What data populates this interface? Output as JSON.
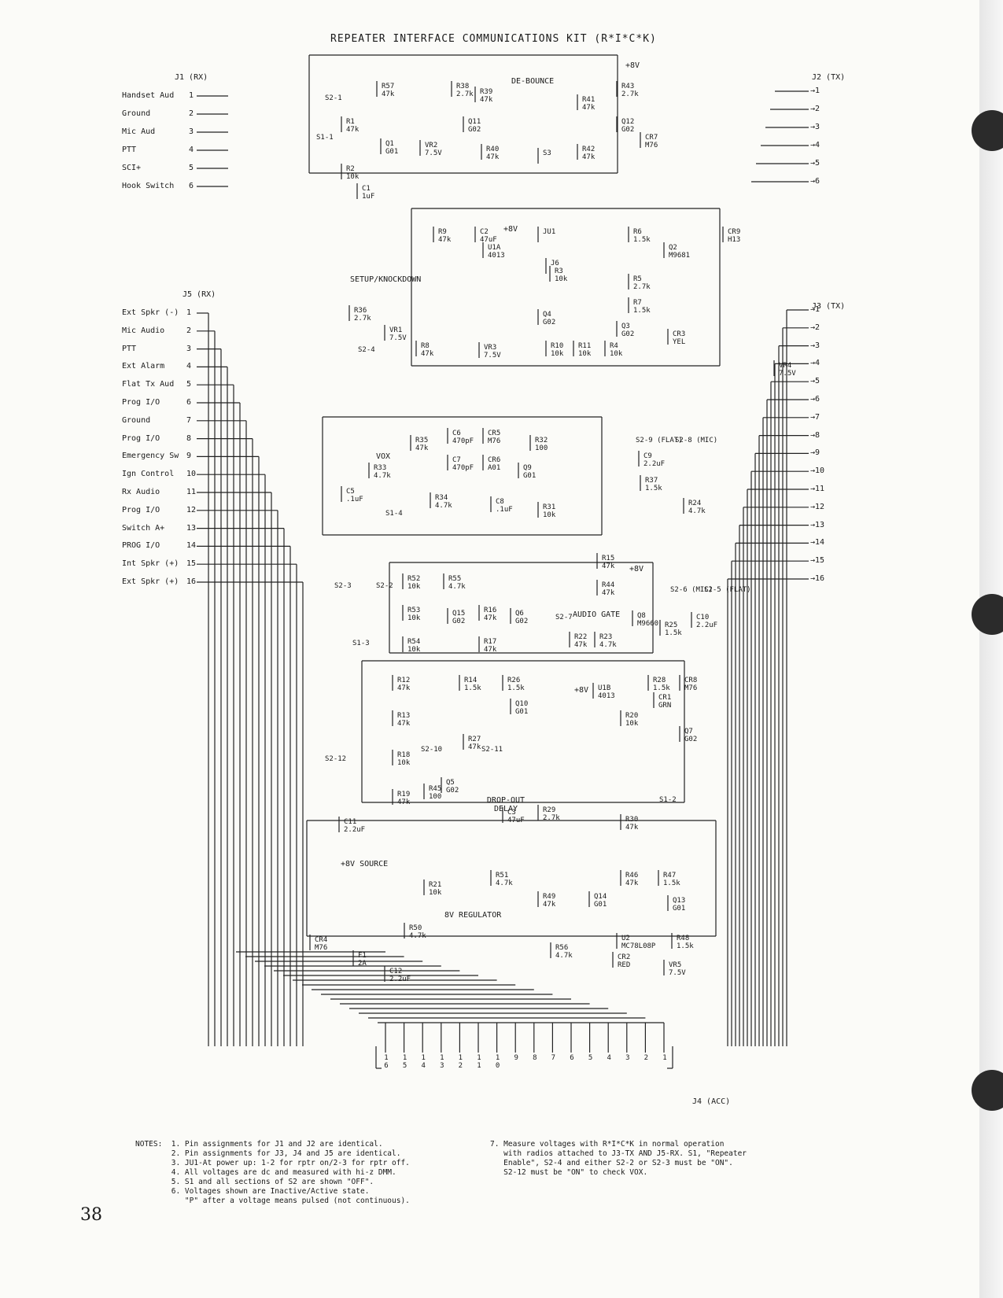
{
  "title": "REPEATER INTERFACE COMMUNICATIONS KIT   (R*I*C*K)",
  "page_number": "38",
  "j1": {
    "label": "J1 (RX)",
    "pins": [
      {
        "name": "Handset Aud",
        "num": "1"
      },
      {
        "name": "Ground",
        "num": "2"
      },
      {
        "name": "Mic Aud",
        "num": "3"
      },
      {
        "name": "PTT",
        "num": "4"
      },
      {
        "name": "SCI+",
        "num": "5"
      },
      {
        "name": "Hook Switch",
        "num": "6"
      }
    ]
  },
  "j5": {
    "label": "J5 (RX)",
    "pins": [
      {
        "name": "Ext Spkr (-)",
        "num": "1"
      },
      {
        "name": "Mic Audio",
        "num": "2"
      },
      {
        "name": "PTT",
        "num": "3"
      },
      {
        "name": "Ext Alarm",
        "num": "4"
      },
      {
        "name": "Flat Tx Aud",
        "num": "5"
      },
      {
        "name": "Prog I/O",
        "num": "6"
      },
      {
        "name": "Ground",
        "num": "7"
      },
      {
        "name": "Prog I/O",
        "num": "8"
      },
      {
        "name": "Emergency Sw",
        "num": "9"
      },
      {
        "name": "Ign Control",
        "num": "10"
      },
      {
        "name": "Rx Audio",
        "num": "11"
      },
      {
        "name": "Prog I/O",
        "num": "12"
      },
      {
        "name": "Switch A+",
        "num": "13"
      },
      {
        "name": "PROG I/O",
        "num": "14"
      },
      {
        "name": "Int Spkr (+)",
        "num": "15"
      },
      {
        "name": "Ext Spkr (+)",
        "num": "16"
      }
    ]
  },
  "j2": {
    "label": "J2 (TX)",
    "pins": [
      "1",
      "2",
      "3",
      "4",
      "5",
      "6"
    ]
  },
  "j3": {
    "label": "J3 (TX)",
    "pins": [
      "1",
      "2",
      "3",
      "4",
      "5",
      "6",
      "7",
      "8",
      "9",
      "10",
      "11",
      "12",
      "13",
      "14",
      "15",
      "16"
    ]
  },
  "j4": {
    "label": "J4 (ACC)",
    "pins": [
      "16",
      "15",
      "14",
      "13",
      "12",
      "11",
      "10",
      "9",
      "8",
      "7",
      "6",
      "5",
      "4",
      "3",
      "2",
      "1"
    ]
  },
  "sections": {
    "debounce": "DE-BOUNCE",
    "setup": "SETUP/KNOCKDOWN",
    "vox": "VOX",
    "audio_gate": "AUDIO GATE",
    "dropout": "DROP-OUT DELAY",
    "regulator": "8V REGULATOR",
    "source": "+8V SOURCE"
  },
  "components": [
    {
      "ref": "R57",
      "val": "47k"
    },
    {
      "ref": "R38",
      "val": "2.7k"
    },
    {
      "ref": "R39",
      "val": "47k"
    },
    {
      "ref": "R43",
      "val": "2.7k"
    },
    {
      "ref": "R41",
      "val": "47k"
    },
    {
      "ref": "R1",
      "val": "47k"
    },
    {
      "ref": "Q1",
      "val": "G01"
    },
    {
      "ref": "VR2",
      "val": "7.5V"
    },
    {
      "ref": "Q11",
      "val": "G02"
    },
    {
      "ref": "R40",
      "val": "47k"
    },
    {
      "ref": "S3",
      "val": ""
    },
    {
      "ref": "R42",
      "val": "47k"
    },
    {
      "ref": "Q12",
      "val": "G02"
    },
    {
      "ref": "CR7",
      "val": "M76"
    },
    {
      "ref": "R2",
      "val": "10k"
    },
    {
      "ref": "C1",
      "val": "1uF"
    },
    {
      "ref": "R9",
      "val": "47k"
    },
    {
      "ref": "C2",
      "val": "47uF"
    },
    {
      "ref": "U1A",
      "val": "4013"
    },
    {
      "ref": "JU1",
      "val": ""
    },
    {
      "ref": "J6",
      "val": ""
    },
    {
      "ref": "R3",
      "val": "10k"
    },
    {
      "ref": "R6",
      "val": "1.5k"
    },
    {
      "ref": "R5",
      "val": "2.7k"
    },
    {
      "ref": "Q2",
      "val": "M9681"
    },
    {
      "ref": "CR9",
      "val": "H13"
    },
    {
      "ref": "R7",
      "val": "1.5k"
    },
    {
      "ref": "R36",
      "val": "2.7k"
    },
    {
      "ref": "VR1",
      "val": "7.5V"
    },
    {
      "ref": "R8",
      "val": "47k"
    },
    {
      "ref": "VR3",
      "val": "7.5V"
    },
    {
      "ref": "Q4",
      "val": "G02"
    },
    {
      "ref": "R10",
      "val": "10k"
    },
    {
      "ref": "R11",
      "val": "10k"
    },
    {
      "ref": "R4",
      "val": "10k"
    },
    {
      "ref": "Q3",
      "val": "G02"
    },
    {
      "ref": "CR3",
      "val": "YEL"
    },
    {
      "ref": "VR4",
      "val": "7.5V"
    },
    {
      "ref": "R35",
      "val": "47k"
    },
    {
      "ref": "C6",
      "val": "470pF"
    },
    {
      "ref": "CR5",
      "val": "M76"
    },
    {
      "ref": "R32",
      "val": "100"
    },
    {
      "ref": "C7",
      "val": "470pF"
    },
    {
      "ref": "CR6",
      "val": "A01"
    },
    {
      "ref": "C5",
      "val": ".1uF"
    },
    {
      "ref": "R33",
      "val": "4.7k"
    },
    {
      "ref": "Q9",
      "val": "G01"
    },
    {
      "ref": "R34",
      "val": "4.7k"
    },
    {
      "ref": "C8",
      "val": ".1uF"
    },
    {
      "ref": "R31",
      "val": "10k"
    },
    {
      "ref": "C9",
      "val": "2.2uF"
    },
    {
      "ref": "R37",
      "val": "1.5k"
    },
    {
      "ref": "R24",
      "val": "4.7k"
    },
    {
      "ref": "R15",
      "val": "47k"
    },
    {
      "ref": "R52",
      "val": "10k"
    },
    {
      "ref": "R55",
      "val": "4.7k"
    },
    {
      "ref": "R53",
      "val": "10k"
    },
    {
      "ref": "Q15",
      "val": "G02"
    },
    {
      "ref": "R16",
      "val": "47k"
    },
    {
      "ref": "Q6",
      "val": "G02"
    },
    {
      "ref": "R44",
      "val": "47k"
    },
    {
      "ref": "Q8",
      "val": "M9660"
    },
    {
      "ref": "R54",
      "val": "10k"
    },
    {
      "ref": "R17",
      "val": "47k"
    },
    {
      "ref": "R22",
      "val": "47k"
    },
    {
      "ref": "R23",
      "val": "4.7k"
    },
    {
      "ref": "R25",
      "val": "1.5k"
    },
    {
      "ref": "C10",
      "val": "2.2uF"
    },
    {
      "ref": "R12",
      "val": "47k"
    },
    {
      "ref": "R14",
      "val": "1.5k"
    },
    {
      "ref": "R26",
      "val": "1.5k"
    },
    {
      "ref": "U1B",
      "val": "4013"
    },
    {
      "ref": "R28",
      "val": "1.5k"
    },
    {
      "ref": "CR8",
      "val": "M76"
    },
    {
      "ref": "CR1",
      "val": "GRN"
    },
    {
      "ref": "R13",
      "val": "47k"
    },
    {
      "ref": "Q10",
      "val": "G01"
    },
    {
      "ref": "R27",
      "val": "47k"
    },
    {
      "ref": "R20",
      "val": "10k"
    },
    {
      "ref": "Q7",
      "val": "G02"
    },
    {
      "ref": "R18",
      "val": "10k"
    },
    {
      "ref": "R45",
      "val": "100"
    },
    {
      "ref": "C11",
      "val": "2.2uF"
    },
    {
      "ref": "R19",
      "val": "47k"
    },
    {
      "ref": "Q5",
      "val": "G02"
    },
    {
      "ref": "C3",
      "val": "47uF"
    },
    {
      "ref": "R29",
      "val": "2.7k"
    },
    {
      "ref": "R30",
      "val": "47k"
    },
    {
      "ref": "R21",
      "val": "10k"
    },
    {
      "ref": "R51",
      "val": "4.7k"
    },
    {
      "ref": "R46",
      "val": "47k"
    },
    {
      "ref": "R47",
      "val": "1.5k"
    },
    {
      "ref": "R49",
      "val": "47k"
    },
    {
      "ref": "Q14",
      "val": "G01"
    },
    {
      "ref": "Q13",
      "val": "G01"
    },
    {
      "ref": "R50",
      "val": "4.7k"
    },
    {
      "ref": "U2",
      "val": "MC78L08P"
    },
    {
      "ref": "R48",
      "val": "1.5k"
    },
    {
      "ref": "R56",
      "val": "4.7k"
    },
    {
      "ref": "CR2",
      "val": "RED"
    },
    {
      "ref": "VR5",
      "val": "7.5V"
    },
    {
      "ref": "CR4",
      "val": "M76"
    },
    {
      "ref": "F1",
      "val": "2A"
    },
    {
      "ref": "C12",
      "val": "2.2uF"
    }
  ],
  "switches": [
    "S2-1",
    "S1-1",
    "S2-4",
    "S2-9 (FLAT)",
    "S2-8 (MIC)",
    "S1-4",
    "S2-3",
    "S2-2",
    "S2-7",
    "S2-6 (MIC)",
    "S2-5 (FLAT)",
    "S1-3",
    "S2-12",
    "S2-10",
    "S2-11",
    "S1-2"
  ],
  "supply": "+8V",
  "notes": [
    "NOTES:  1. Pin assignments for J1 and J2 are identical.",
    "        2. Pin assignments for J3, J4 and J5 are identical.",
    "        3. JU1-At power up: 1-2 for rptr on/2-3 for rptr off.",
    "        4. All voltages are dc and measured with hi-z DMM.",
    "        5. S1 and all sections of S2 are shown \"OFF\".",
    "        6. Voltages shown are Inactive/Active state.",
    "           \"P\" after a voltage means pulsed (not continuous)."
  ],
  "notes_right": [
    "7. Measure voltages with R*I*C*K in normal operation",
    "   with radios attached to J3-TX AND J5-RX. S1, \"Repeater",
    "   Enable\", S2-4 and either S2-2 or S2-3 must be \"ON\".",
    "   S2-12 must be \"ON\" to check VOX."
  ]
}
